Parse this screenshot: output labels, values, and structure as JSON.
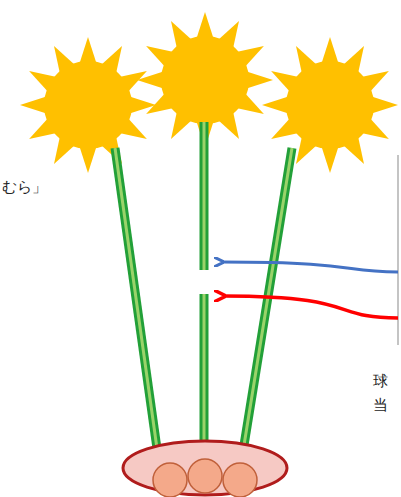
{
  "diagram": {
    "labels": [
      "むら」",
      "球",
      "当"
    ]
  }
}
